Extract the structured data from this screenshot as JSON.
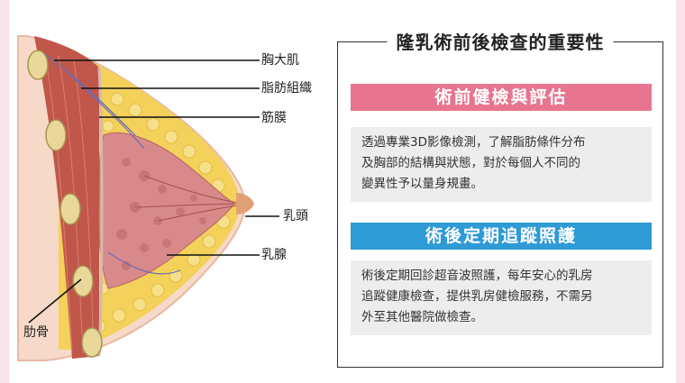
{
  "labels": {
    "pectoralis": "胸大肌",
    "fat_tissue": "脂肪組織",
    "fascia": "筋膜",
    "nipple": "乳頭",
    "mammary_gland": "乳腺",
    "rib": "肋骨"
  },
  "panel": {
    "title": "隆乳術前後檢查的重要性",
    "sections": [
      {
        "heading": "術前健檢與評估",
        "color": "#e8758f",
        "lines": [
          "透過專業3D影像檢測，了解脂肪條件分布",
          "及胸部的結構與狀態，對於每個人不同的",
          "變異性予以量身規畫。"
        ]
      },
      {
        "heading": "術後定期追蹤照護",
        "color": "#2e9ad6",
        "lines": [
          "術後定期回診超音波照護，每年安心的乳房",
          "追蹤健康檢查，提供乳房健檢服務，不需另",
          "外至其他醫院做檢查。"
        ]
      }
    ]
  },
  "colors": {
    "edge": "#fbe3ea",
    "fat": "#f3d15a",
    "gland": "#d88a8a",
    "muscle": "#c0574a"
  }
}
